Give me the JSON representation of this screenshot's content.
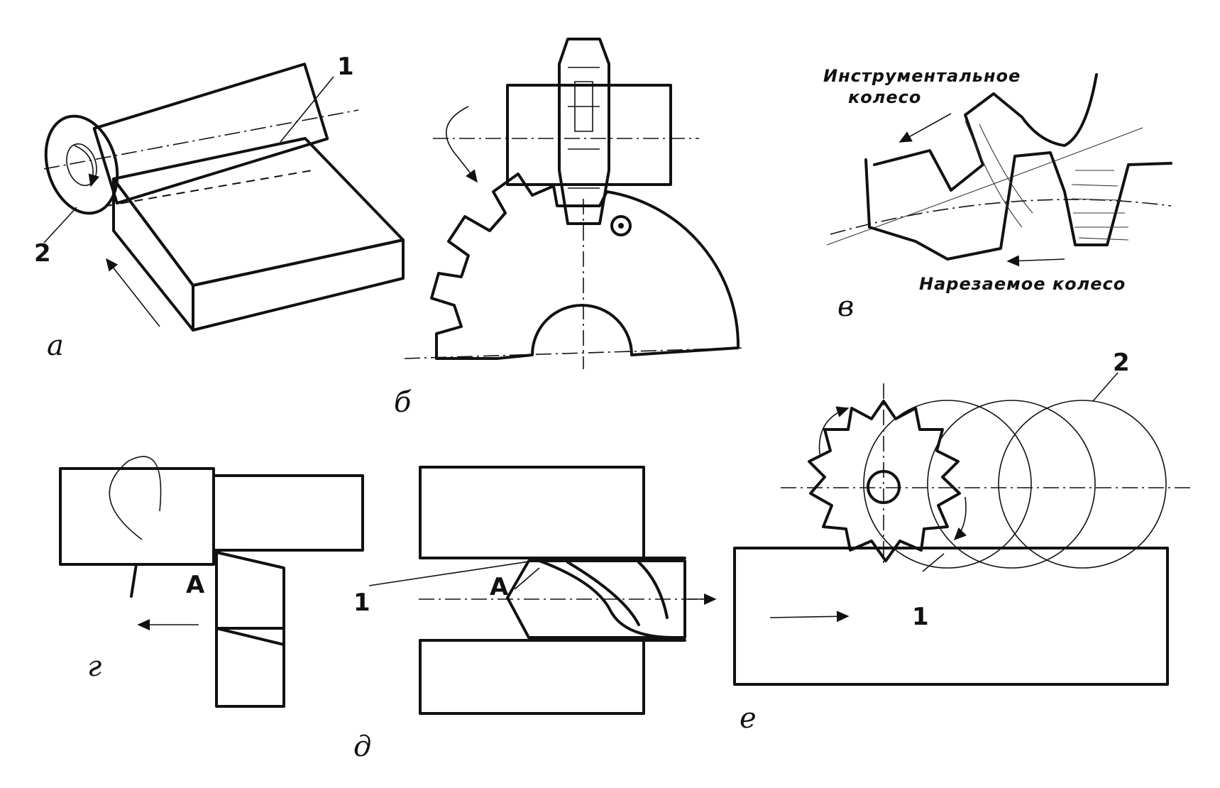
{
  "panels": {
    "a": {
      "letter": "а",
      "callout_1": "1",
      "callout_2": "2"
    },
    "b": {
      "letter": "б"
    },
    "v": {
      "letter": "в",
      "tool_wheel_line1": "Инструментальное",
      "tool_wheel_line2": "колесо",
      "cut_wheel": "Нарезаемое колесо"
    },
    "g": {
      "letter": "г",
      "point_a": "А"
    },
    "d": {
      "letter": "д",
      "point_a": "А",
      "callout_1": "1"
    },
    "e": {
      "letter": "е",
      "callout_1": "1",
      "callout_2": "2"
    }
  }
}
